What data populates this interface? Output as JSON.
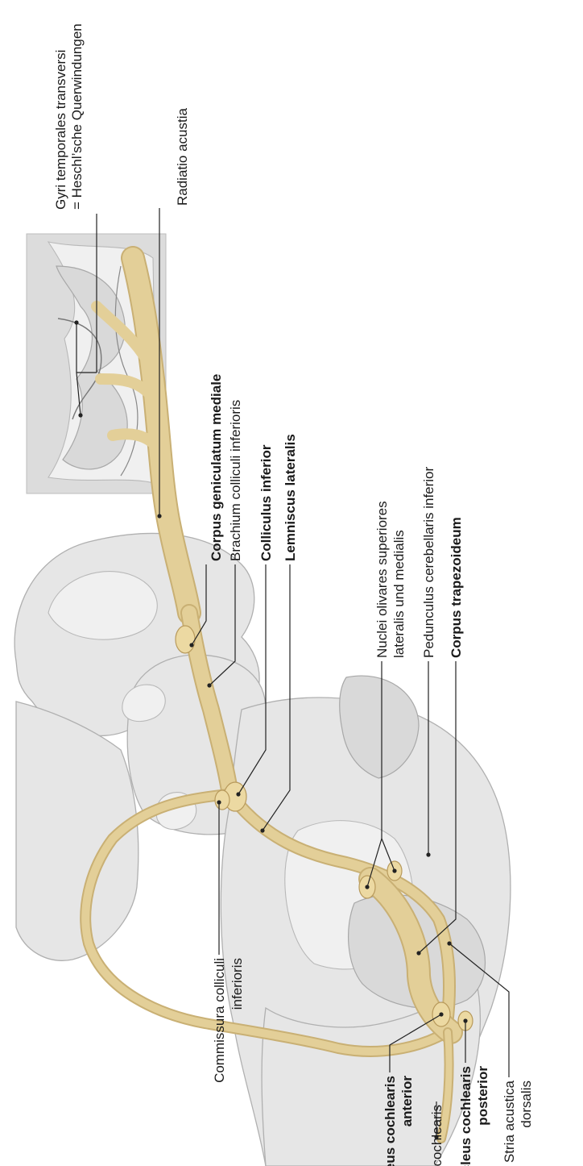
{
  "labels": {
    "gyri_line1": "Gyri temporales transversi",
    "gyri_line2": "= Heschl’sche Querwindungen",
    "radiatio": "Radiatio acustia",
    "corpus_geniculatum": "Corpus geniculatum mediale",
    "brachium": "Brachium colliculi inferioris",
    "colliculus": "Colliculus inferior",
    "lemniscus": "Lemniscus lateralis",
    "nuclei_line1": "Nuclei olivares superiores",
    "nuclei_line2": "lateralis und medialis",
    "pedunculus": "Pedunculus cerebellaris inferior",
    "trapezoideum": "Corpus trapezoideum",
    "commissura_line1": "Commissura colliculi",
    "commissura_line2": "inferioris",
    "cochlear_ant_line1": "Nucleus cochlearis",
    "cochlear_ant_line2": "anterior",
    "n_cochlearis": "N. cochlearis",
    "cochlear_post_line1": "Nucleus cochlearis",
    "cochlear_post_line2": "posterior",
    "stria_line1": "Stria acustica",
    "stria_line2": "dorsalis"
  },
  "colors": {
    "auditory_pathway": "#e3cf98",
    "brain_tissue": "#e6e6e6",
    "leader_lines": "#222222"
  }
}
